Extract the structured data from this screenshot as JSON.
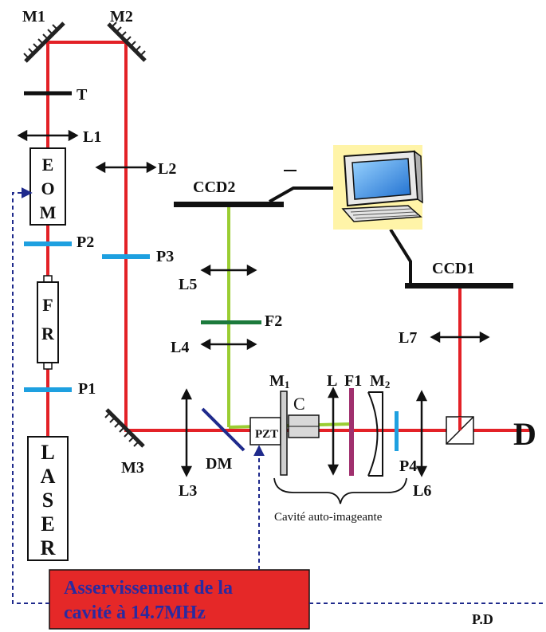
{
  "colors": {
    "beam_red": "#e32127",
    "beam_green": "#9acd32",
    "polarizer_blue": "#1ea0e0",
    "filter_green": "#1c7a3c",
    "filter_magenta": "#a0306e",
    "servo_box": "#e52828",
    "servo_text": "#2a2aa0",
    "signal_dashed": "#1f2a8c"
  },
  "labels": {
    "m1": "M1",
    "m2": "M2",
    "m3": "M3",
    "t": "T",
    "l1": "L1",
    "l2": "L2",
    "l3": "L3",
    "l4": "L4",
    "l5": "L5",
    "l6": "L6",
    "l7": "L7",
    "l": "L",
    "p1": "P1",
    "p2": "P2",
    "p3": "P3",
    "p4": "P4",
    "f1": "F1",
    "f2": "F2",
    "ccd1": "CCD1",
    "ccd2": "CCD2",
    "dm": "DM",
    "pzt": "PZT",
    "c": "C",
    "cav_m1": "M",
    "cav_m1_sub": "1",
    "cav_m2": "M",
    "cav_m2_sub": "2",
    "pd": "P.D",
    "detector": "D"
  },
  "eom_letters": [
    "E",
    "O",
    "M"
  ],
  "fr_letters": [
    "F",
    "R"
  ],
  "laser_letters": [
    "L",
    "A",
    "S",
    "E",
    "R"
  ],
  "cavity_caption": "Cavité auto-imageante",
  "servo": {
    "line1": "Asservissement de la",
    "line2": "cavité à 14.7MHz"
  }
}
